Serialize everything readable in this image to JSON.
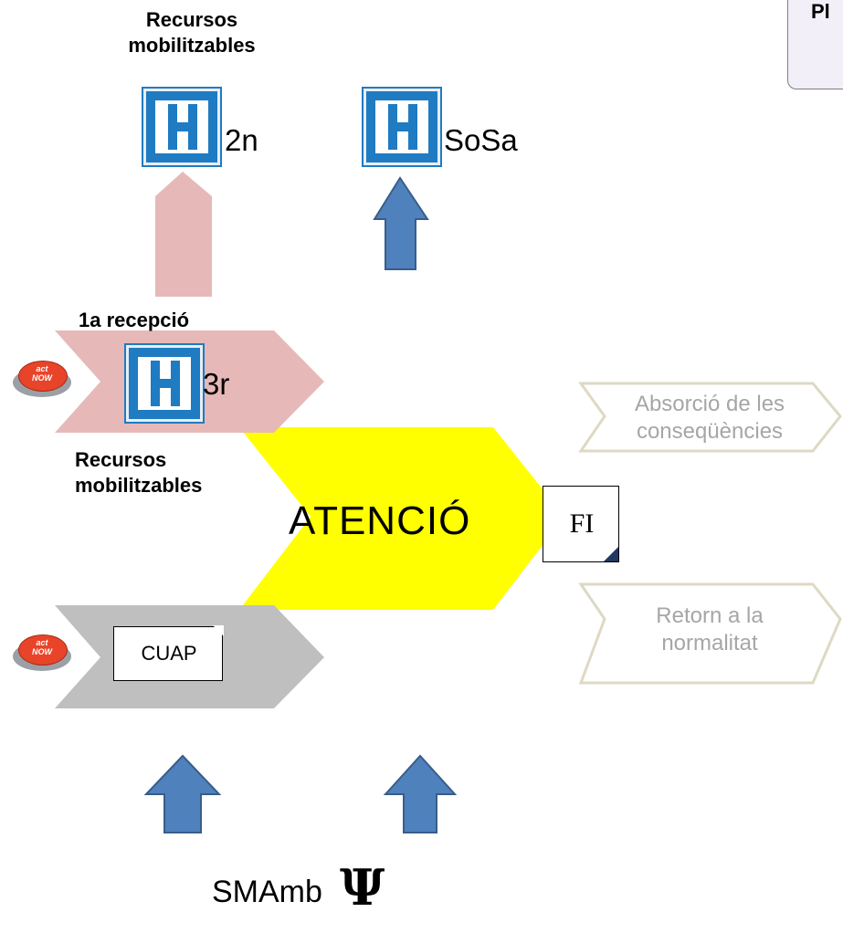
{
  "title_partial": "Pl",
  "top_label": "Recursos\nmobilitzables",
  "hospital_2n": "2n",
  "hospital_sosa": "SoSa",
  "reception_label": "1a recepció",
  "hospital_3r": "3r",
  "mid_label": "Recursos\nmobilitzables",
  "attention_label": "ATENCIÓ",
  "fi_label": "FI",
  "absorption_label": "Absorció de les\nconseqüències",
  "return_label": "Retorn a la\nnormalitat",
  "cuap_label": "CUAP",
  "smamb_label": "SMAmb",
  "psi_symbol": "Ψ",
  "act_now_top": "act",
  "act_now_bottom": "NOW",
  "colors": {
    "pink": "#e6b9b8",
    "yellow": "#ffff00",
    "gray": "#bfbfbf",
    "blue_arrow": "#4f81bd",
    "hospital_blue": "#1f7bc2",
    "faint_outline": "#ddd9c3"
  }
}
